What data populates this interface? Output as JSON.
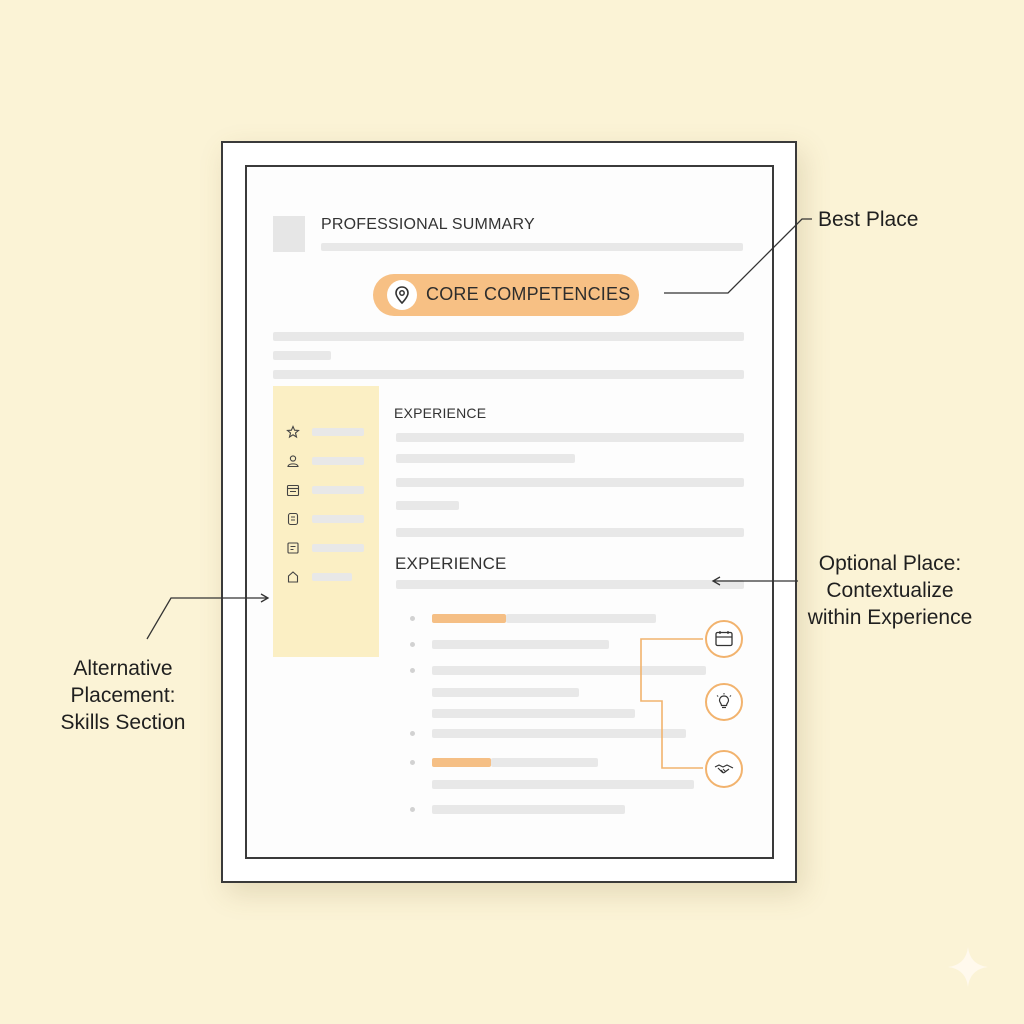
{
  "resume": {
    "professional_summary": "PROFESSIONAL SUMMARY",
    "core_competencies": "CORE COMPETENCIES",
    "experience_heading_1": "EXPERIENCE",
    "experience_heading_2": "EXPERIENCE"
  },
  "sidebar_icons": [
    "star-icon",
    "person-icon",
    "calendar-icon",
    "badge-icon",
    "notes-icon",
    "home-icon"
  ],
  "experience_icons": [
    "calendar-icon",
    "lightbulb-icon",
    "handshake-icon"
  ],
  "callouts": {
    "best_place": "Best Place",
    "optional_place": [
      "Optional Place:",
      "Contextualize",
      "within Experience"
    ],
    "alternative_placement": [
      "Alternative",
      "Placement:",
      "Skills Section"
    ]
  },
  "colors": {
    "background": "#fbf3d6",
    "accent": "#f7c084",
    "accent_stroke": "#f2b36e",
    "sidebar": "#fbefc4",
    "placeholder_bar": "#e8e8e8"
  }
}
